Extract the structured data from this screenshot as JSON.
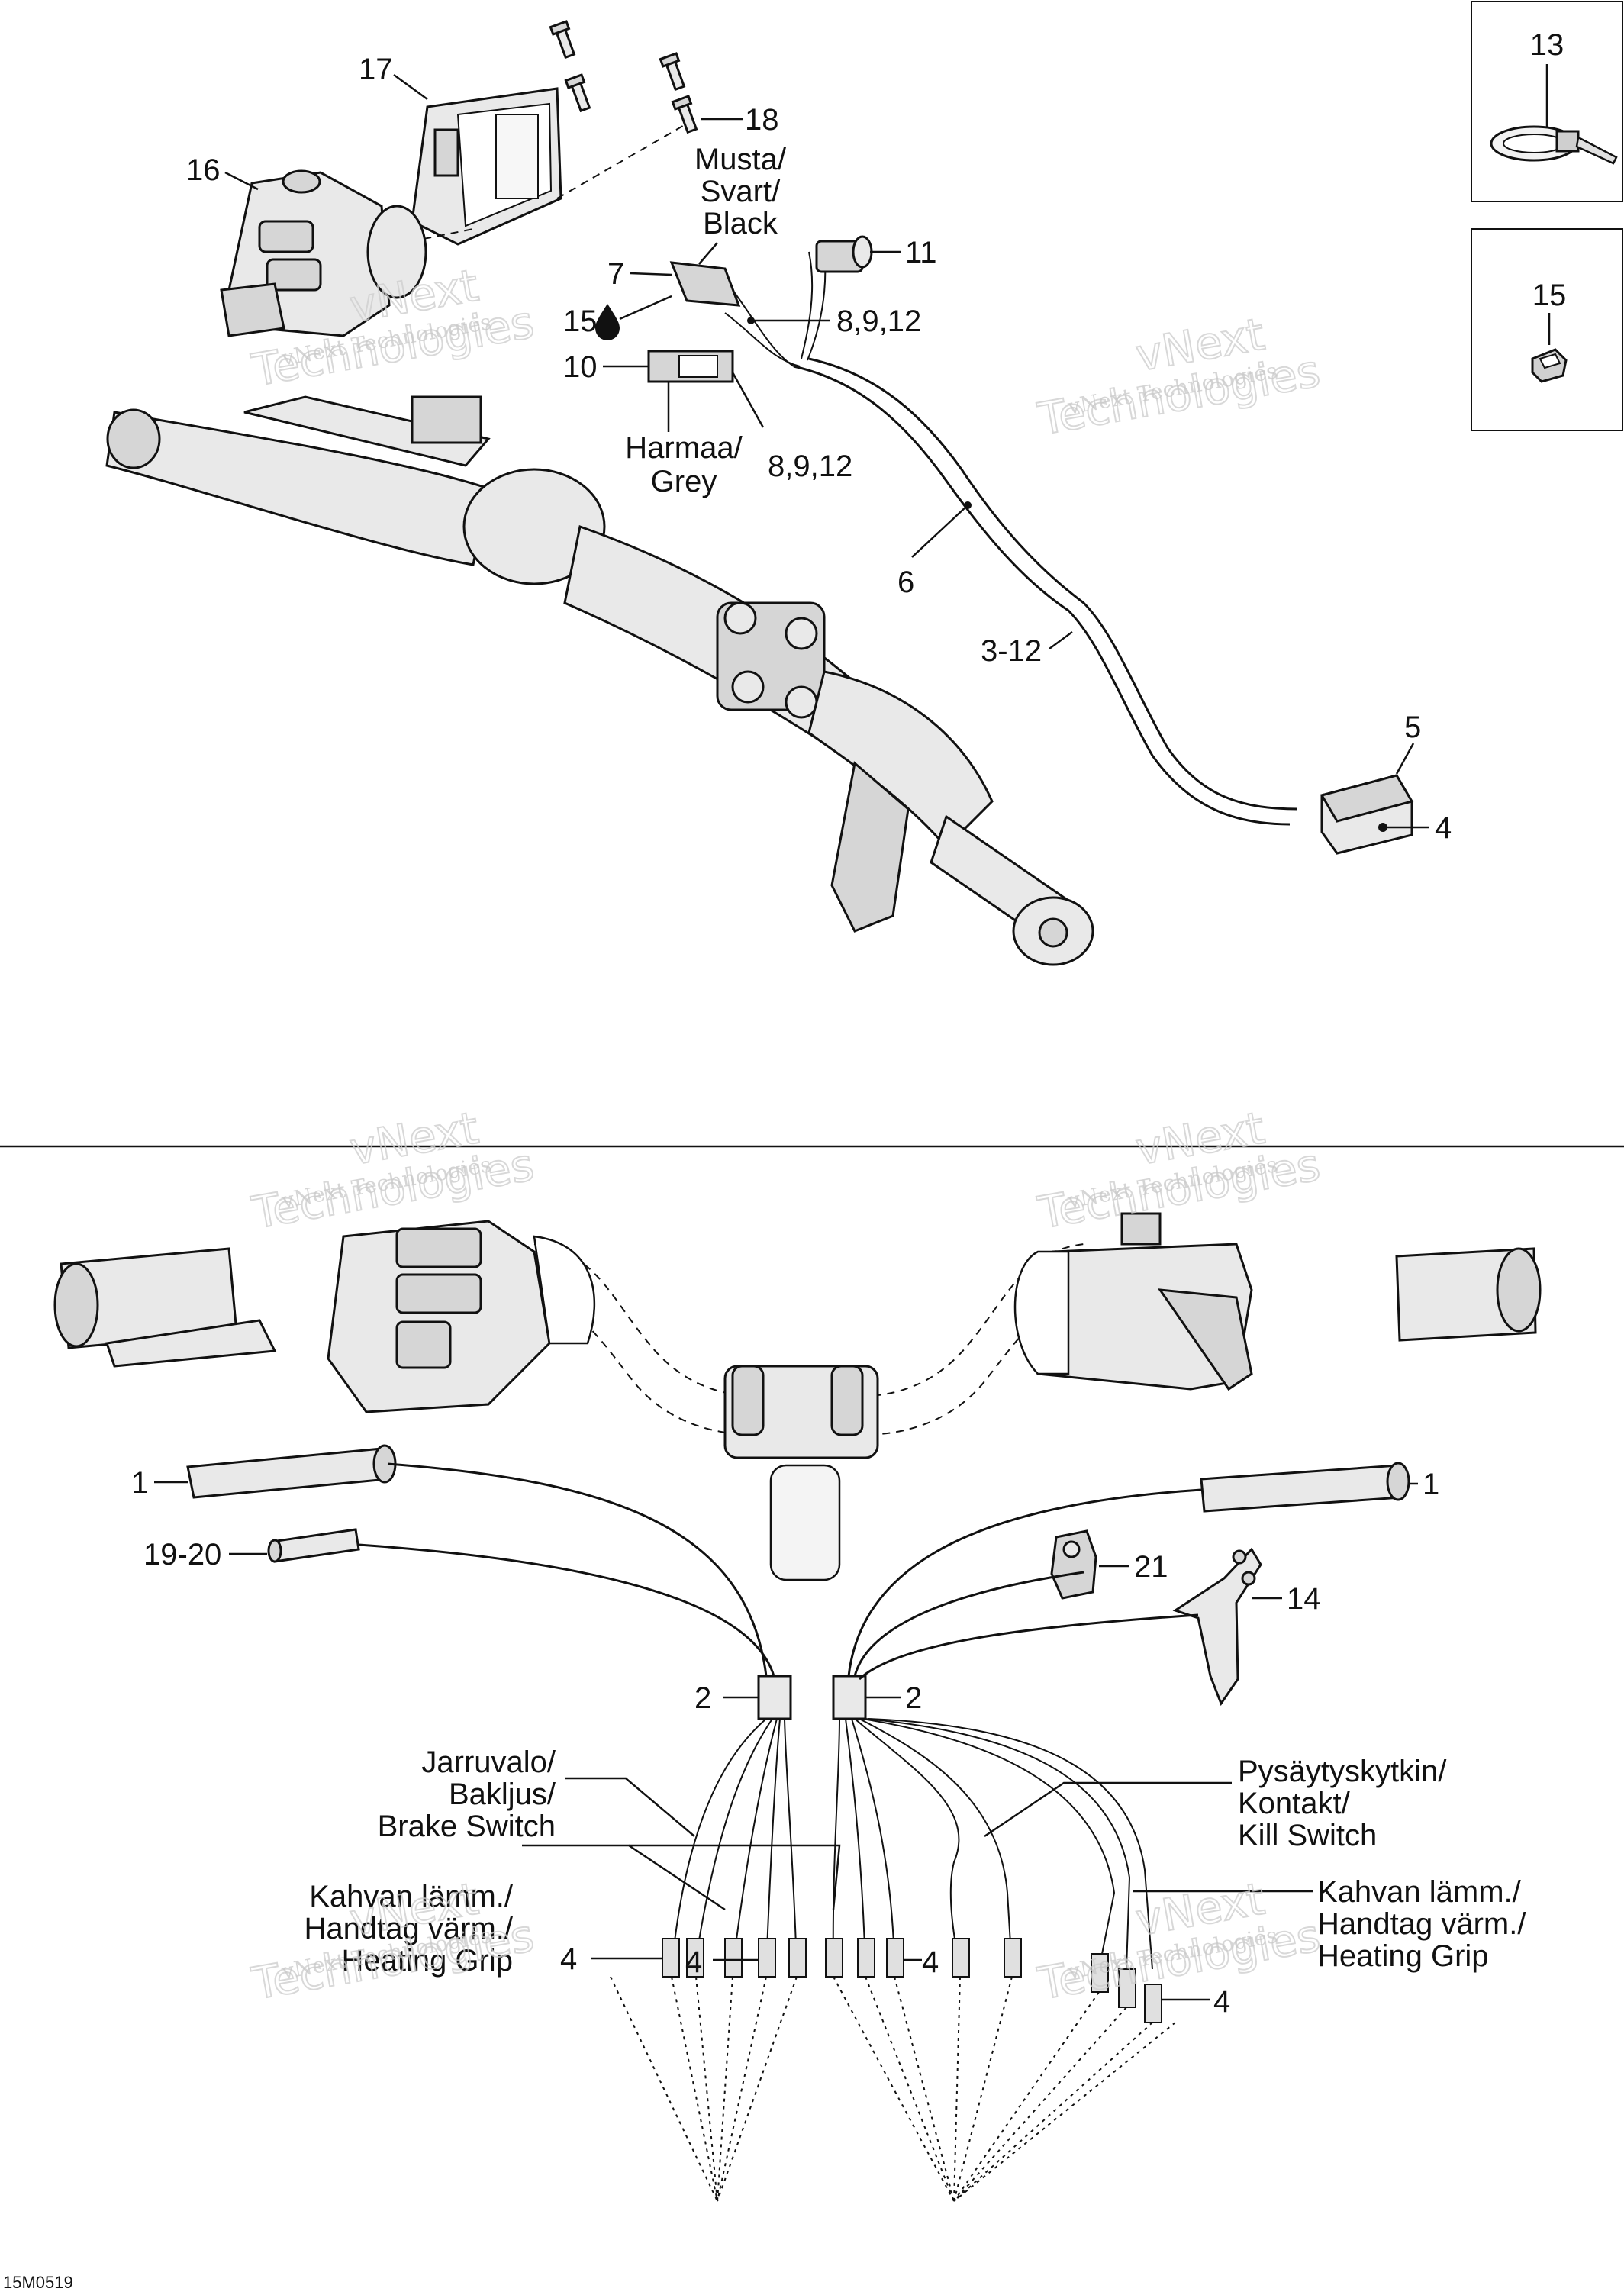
{
  "diagram_code": "15M0519",
  "callouts": {
    "c1_left": "1",
    "c1_right": "1",
    "c2_left": "2",
    "c2_right": "2",
    "c3_12": "3-12",
    "c4_box": "4",
    "c4_a": "4",
    "c4_b": "4",
    "c4_c": "4",
    "c4_d": "4",
    "c5": "5",
    "c6": "6",
    "c7": "7",
    "c8_a": "8,9,12",
    "c8_b": "8,9,12",
    "c10": "10",
    "c11": "11",
    "c13": "13",
    "c14": "14",
    "c15_drop": "15",
    "c15_box": "15",
    "c16": "16",
    "c17": "17",
    "c18": "18",
    "c19_20": "19-20",
    "c21": "21"
  },
  "labels": {
    "black": [
      "Musta/",
      "Svart/",
      "Black"
    ],
    "grey": [
      "Harmaa/",
      "Grey"
    ],
    "brake": [
      "Jarruvalo/",
      "Bakljus/",
      "Brake Switch"
    ],
    "heat_left": [
      "Kahvan lämm./",
      "Handtag värm./",
      "Heating Grip"
    ],
    "kill": [
      "Pysäytyskytkin/",
      "Kontakt/",
      "Kill Switch"
    ],
    "heat_right": [
      "Kahvan lämm./",
      "Handtag värm./",
      "Heating Grip"
    ]
  },
  "watermarks": {
    "brand_top": "vNext",
    "brand_bottom": "Technologies",
    "line": "vNext Technologies"
  },
  "icons": [
    "drop-icon",
    "cable-tie-icon",
    "clip-icon",
    "screw-icon"
  ]
}
